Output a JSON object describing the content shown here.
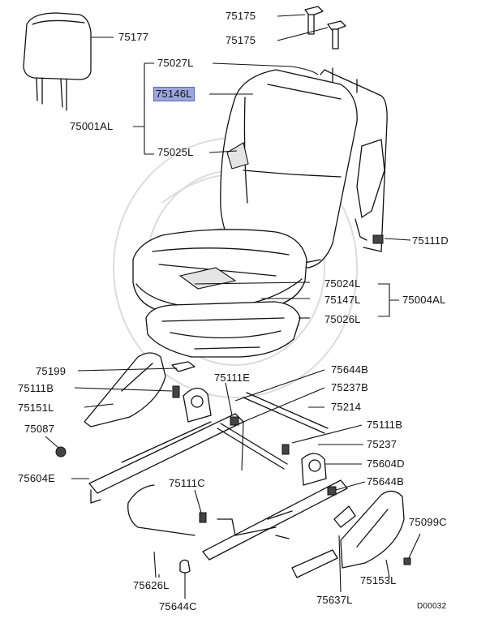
{
  "labels": {
    "p75177": "75177",
    "p75175a": "75175",
    "p75175b": "75175",
    "p75027L": "75027L",
    "p75146L": "75146L",
    "p75001AL": "75001AL",
    "p75025L": "75025L",
    "p75111D": "75111D",
    "p75024L": "75024L",
    "p75147L": "75147L",
    "p75004AL": "75004AL",
    "p75026L": "75026L",
    "p75199": "75199",
    "p75111E": "75111E",
    "p75644Ba": "75644B",
    "p75237B": "75237B",
    "p75111B": "75111B",
    "p75214": "75214",
    "p75151L": "75151L",
    "p75111Bb": "75111B",
    "p75087": "75087",
    "p75237": "75237",
    "p75604D": "75604D",
    "p75604E": "75604E",
    "p75644Bb": "75644B",
    "p75111C": "75111C",
    "p75099C": "75099C",
    "p75626L": "75626L",
    "p75153L": "75153L",
    "p75637L": "75637L",
    "p75644C": "75644C",
    "diagram_code": "D00032"
  },
  "highlight": {
    "part": "75146L",
    "color": "#9aa6dd"
  }
}
